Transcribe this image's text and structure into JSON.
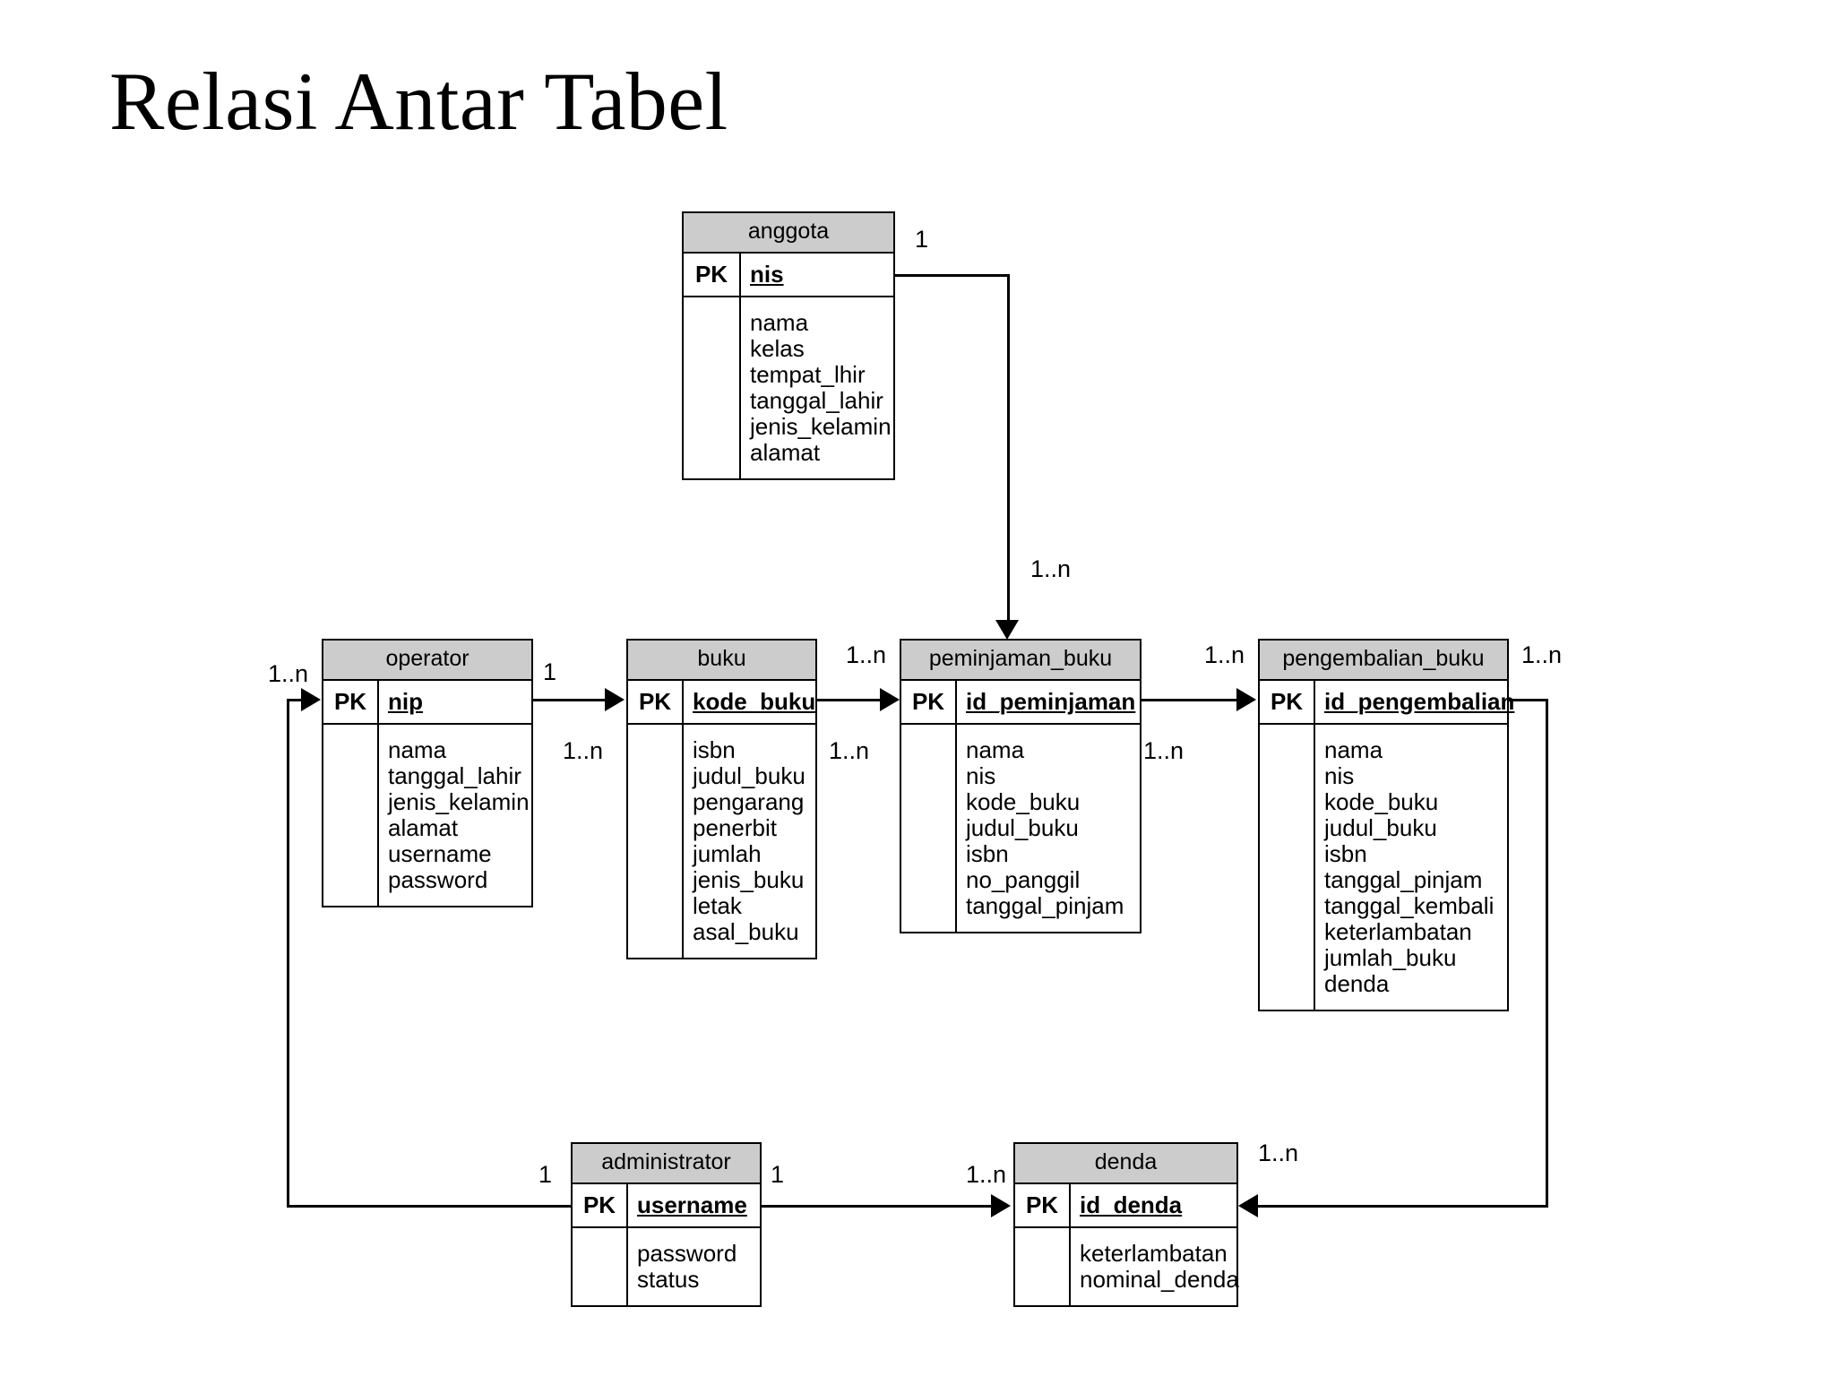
{
  "title": "Relasi Antar Tabel",
  "diagram": {
    "type": "entity-relationship",
    "key_column_label": "PK",
    "entities": [
      {
        "id": "anggota",
        "name": "anggota",
        "pk": "nis",
        "attributes": [
          "nama",
          "kelas",
          "tempat_lhir",
          "tanggal_lahir",
          "jenis_kelamin",
          "alamat"
        ]
      },
      {
        "id": "operator",
        "name": "operator",
        "pk": "nip",
        "attributes": [
          "nama",
          "tanggal_lahir",
          "jenis_kelamin",
          "alamat",
          "username",
          "password"
        ]
      },
      {
        "id": "buku",
        "name": "buku",
        "pk": "kode_buku",
        "attributes": [
          "isbn",
          "judul_buku",
          "pengarang",
          "penerbit",
          "jumlah",
          "jenis_buku",
          "letak",
          "asal_buku"
        ]
      },
      {
        "id": "peminjaman_buku",
        "name": "peminjaman_buku",
        "pk": "id_peminjaman",
        "attributes": [
          "nama",
          "nis",
          "kode_buku",
          "judul_buku",
          "isbn",
          "no_panggil",
          "tanggal_pinjam"
        ]
      },
      {
        "id": "pengembalian_buku",
        "name": "pengembalian_buku",
        "pk": "id_pengembalian",
        "attributes": [
          "nama",
          "nis",
          "kode_buku",
          "judul_buku",
          "isbn",
          "tanggal_pinjam",
          "tanggal_kembali",
          "keterlambatan",
          "jumlah_buku",
          "denda"
        ]
      },
      {
        "id": "administrator",
        "name": "administrator",
        "pk": "username",
        "attributes": [
          "password",
          "status"
        ]
      },
      {
        "id": "denda",
        "name": "denda",
        "pk": "id_denda",
        "attributes": [
          "keterlambatan",
          "nominal_denda"
        ]
      }
    ],
    "relationships": [
      {
        "from": "anggota",
        "to": "peminjaman_buku",
        "from_card": "1",
        "to_card": "1..n"
      },
      {
        "from": "operator",
        "to": "buku",
        "from_card": "1",
        "to_card": "1..n"
      },
      {
        "from": "buku",
        "to": "peminjaman_buku",
        "from_card": "1..n",
        "to_card": "1..n"
      },
      {
        "from": "peminjaman_buku",
        "to": "pengembalian_buku",
        "from_card": "1..n",
        "to_card": "1..n"
      },
      {
        "from": "pengembalian_buku",
        "to": "denda",
        "from_card": "1..n",
        "to_card": "1..n"
      },
      {
        "from": "administrator",
        "to": "operator",
        "from_card": "1",
        "to_card": "1..n"
      },
      {
        "from": "administrator",
        "to": "denda",
        "from_card": "1",
        "to_card": "1..n"
      }
    ],
    "cardinality_labels": {
      "anggota_right": "1",
      "anggota_to_peminjaman": "1..n",
      "operator_left": "1..n",
      "operator_right": "1",
      "buku_left": "1..n",
      "buku_right": "1..n",
      "peminjaman_left": "1..n",
      "peminjaman_right": "1..n",
      "pengembalian_left": "1..n",
      "pengembalian_right": "1..n",
      "administrator_left": "1",
      "administrator_right": "1",
      "denda_left": "1..n",
      "denda_right": "1..n"
    },
    "colors": {
      "header_fill": "#cccccc",
      "body_fill": "#ffffff",
      "stroke": "#000000",
      "background": "#ffffff"
    }
  }
}
